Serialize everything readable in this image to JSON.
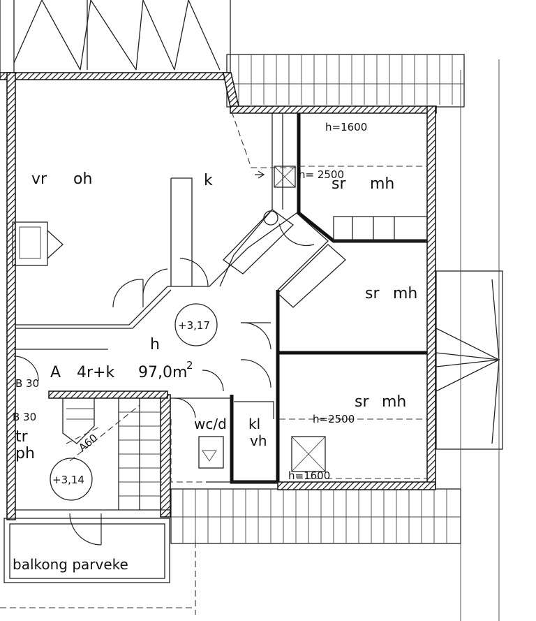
{
  "plan": {
    "rooms": {
      "vr": "vr",
      "oh": "oh",
      "k": "k",
      "sr1": "sr",
      "mh1": "mh",
      "sr2": "sr",
      "mh2": "mh",
      "sr3": "sr",
      "mh3": "mh",
      "h": "h",
      "tr": "tr",
      "ph": "ph",
      "wcd": "wc/d",
      "kl": "kl",
      "vh": "vh"
    },
    "apartment": {
      "letter": "A",
      "type": "4r+k",
      "area": "97,0",
      "unit": "m",
      "unit_exp": "2"
    },
    "levels": {
      "hall": "+3,17",
      "stair": "+3,14"
    },
    "heights": {
      "top": "h=1600",
      "mid": "h= 2500",
      "lower": "h=2500",
      "bottom": "h=1600"
    },
    "wall_marks": {
      "b30_left": "B 30",
      "b30_stair": "B 30",
      "a60": "A60"
    },
    "balcony": "balkong parveke"
  }
}
